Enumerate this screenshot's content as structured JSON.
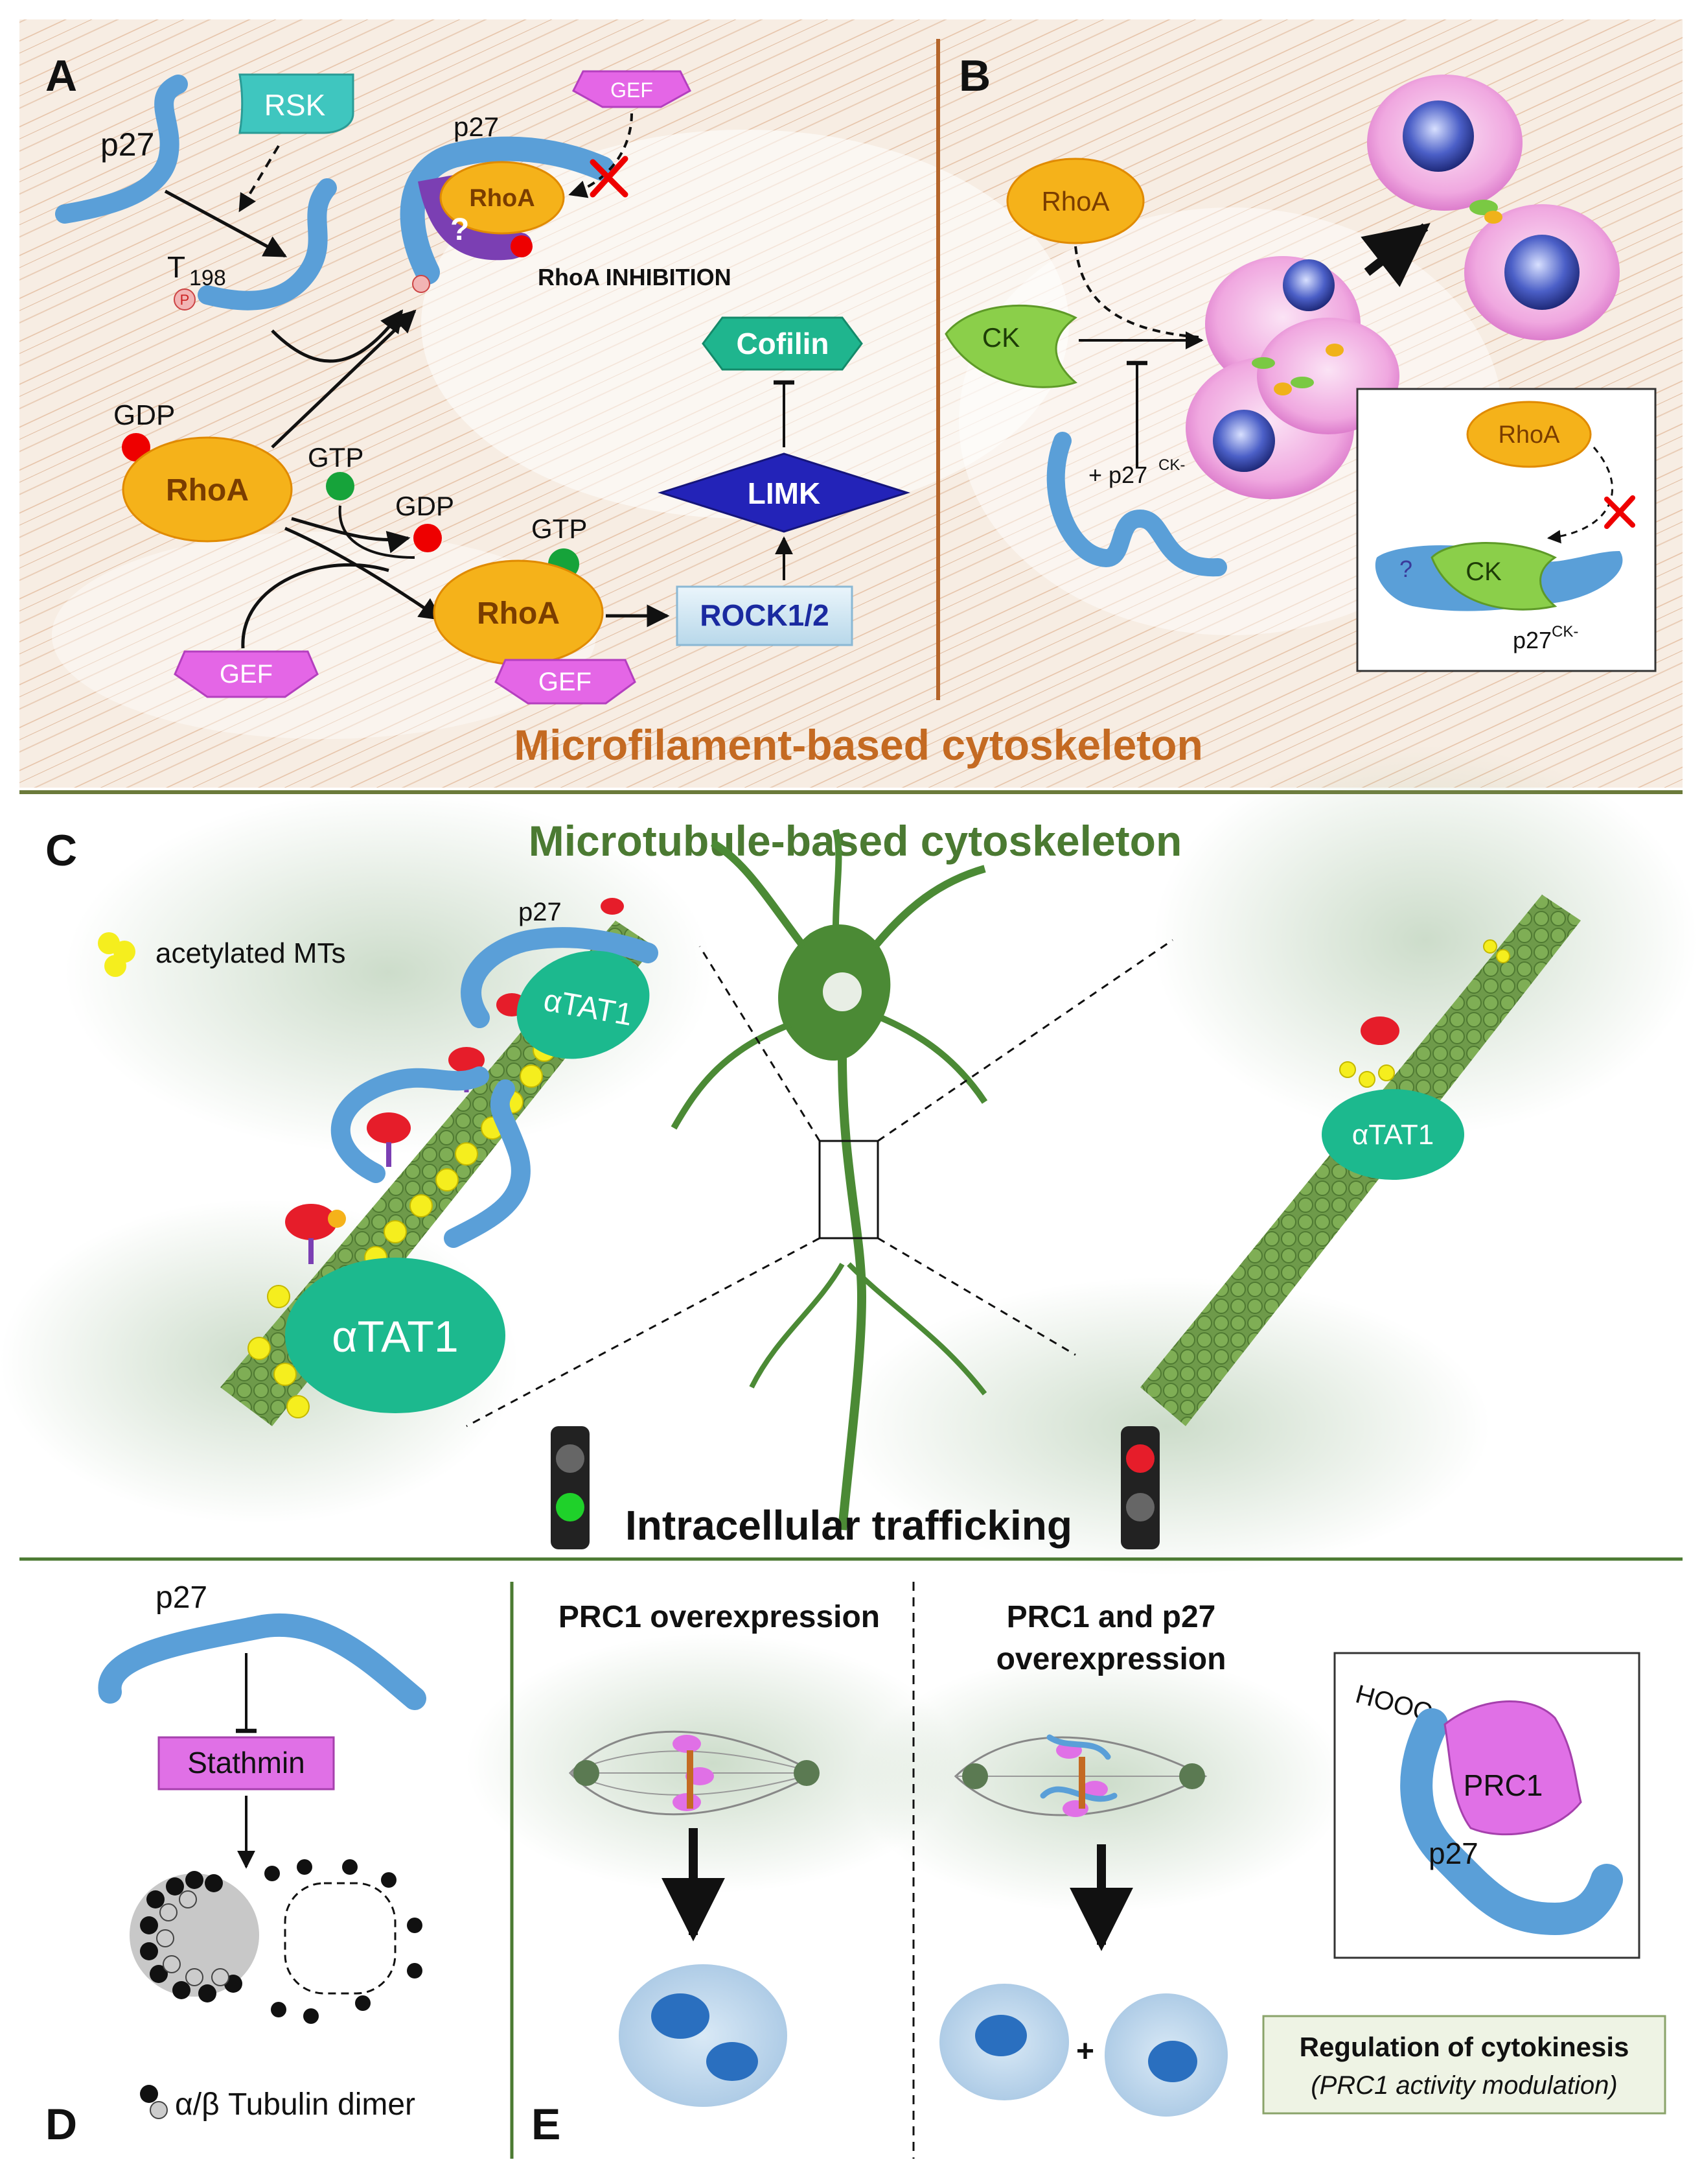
{
  "panels": {
    "A": {
      "letter": "A",
      "p27_top": "p27",
      "rsk": "RSK",
      "gef_top": "GEF",
      "p27_bound": "p27",
      "rhoa_inhibited": "RhoA",
      "question": "?",
      "t198_main": "T",
      "t198_sub": "198",
      "phospho": "P",
      "inhibition_label": "RhoA INHIBITION",
      "gdp_left": "GDP",
      "rhoa_gdp": "RhoA",
      "gtp_free": "GTP",
      "gdp_mid": "GDP",
      "gtp_bound": "GTP",
      "rhoa_gtp": "RhoA",
      "gef_left": "GEF",
      "gef_bound": "GEF",
      "rock": "ROCK1/2",
      "limk": "LIMK",
      "cofilin": "Cofilin"
    },
    "B": {
      "letter": "B",
      "rhoa": "RhoA",
      "ck": "CK",
      "p27ck_main": "+ p27",
      "p27ck_sup": "CK-",
      "inset_rhoa": "RhoA",
      "inset_question": "?",
      "inset_ck": "CK",
      "inset_p27_main": "p27",
      "inset_p27_sup": "CK-"
    },
    "microfilament_title": "Microfilament-based cytoskeleton",
    "C": {
      "letter": "C",
      "title": "Microtubule-based cytoskeleton",
      "legend": "acetylated MTs",
      "p27": "p27",
      "atat1_top": "αTAT1",
      "atat1_big": "αTAT1",
      "atat1_right": "αTAT1",
      "trafficking": "Intracellular trafficking"
    },
    "D": {
      "letter": "D",
      "p27": "p27",
      "stathmin": "Stathmin",
      "legend": "α/β Tubulin dimer"
    },
    "E": {
      "letter": "E",
      "prc1_title": "PRC1 overexpression",
      "prc1_p27_title_1": "PRC1 and p27",
      "prc1_p27_title_2": "overexpression",
      "plus": "+",
      "inset_hooc": "HOOC-",
      "inset_prc1": "PRC1",
      "inset_p27": "p27",
      "box_title": "Regulation of cytokinesis",
      "box_sub": "(PRC1 activity modulation)"
    }
  },
  "colors": {
    "rhoa": "#f5b21a",
    "gef": "#e466e6",
    "rsk": "#3fc6bf",
    "p27": "#5a9fd8",
    "limk": "#2323b8",
    "cofilin": "#1fb58e",
    "ck": "#8bcf4a",
    "atat1": "#1cb98e",
    "microfilament_title": "#c46a22",
    "microtubule_title": "#4b7a32",
    "stathmin": "#e070e6"
  }
}
